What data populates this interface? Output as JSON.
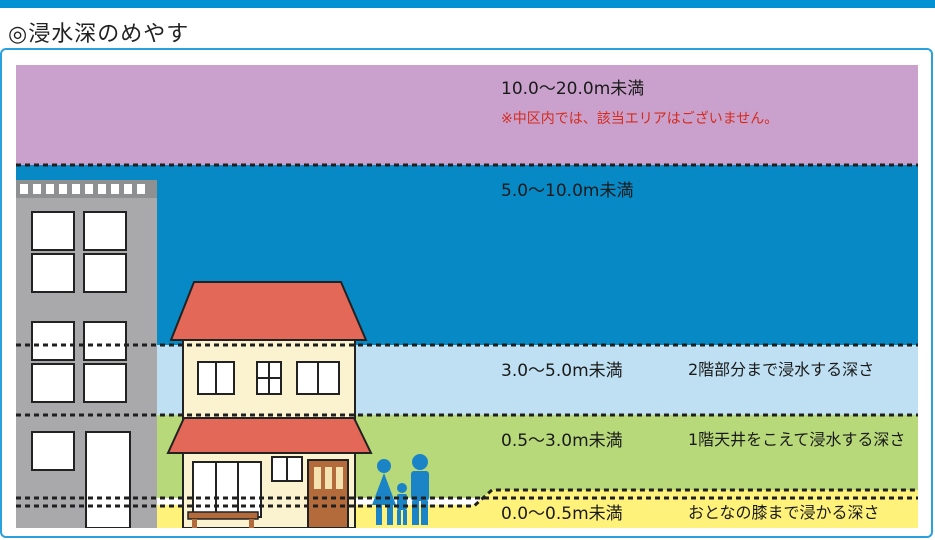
{
  "header": {
    "title": "◎浸水深のめやす"
  },
  "colors": {
    "band_top": "#c9a1cc",
    "band_deep": "#0789c6",
    "band_mid": "#bfe0f2",
    "band_green": "#b8d97a",
    "band_yellow": "#fff27a",
    "note_red": "#d52b1e"
  },
  "levels": [
    {
      "range": "10.0〜20.0m未満",
      "desc": "",
      "note": "※中区内では、該当エリアはございません。"
    },
    {
      "range": "5.0〜10.0m未満",
      "desc": ""
    },
    {
      "range": "3.0〜5.0m未満",
      "desc": "2階部分まで浸水する深さ"
    },
    {
      "range": "0.5〜3.0m未満",
      "desc": "1階天井をこえて浸水する深さ"
    },
    {
      "range": "0.0〜0.5m未満",
      "desc": "おとなの膝まで浸かる深さ"
    }
  ]
}
